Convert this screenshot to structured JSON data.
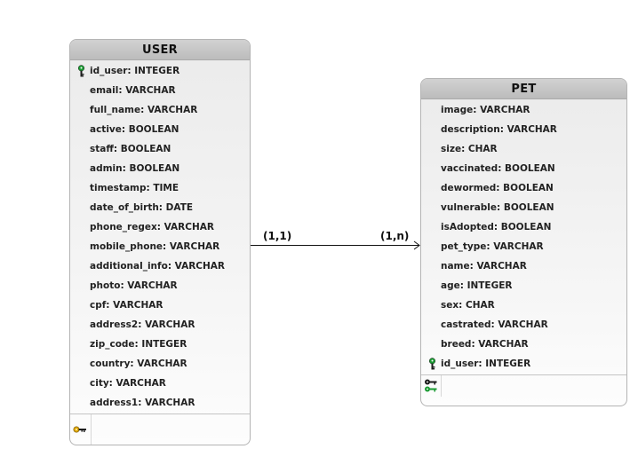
{
  "entities": {
    "user": {
      "title": "USER",
      "attributes": [
        "id_user: INTEGER",
        "email: VARCHAR",
        "full_name: VARCHAR",
        "active: BOOLEAN",
        "staff: BOOLEAN",
        "admin: BOOLEAN",
        "timestamp: TIME",
        "date_of_birth: DATE",
        "phone_regex: VARCHAR",
        "mobile_phone: VARCHAR",
        "additional_info: VARCHAR",
        "photo: VARCHAR",
        "cpf: VARCHAR",
        "address2: VARCHAR",
        "zip_code: INTEGER",
        "country: VARCHAR",
        "city: VARCHAR",
        "address1: VARCHAR"
      ],
      "primary_key_icon": "primary-key-icon",
      "footer_icon": "primary-key-legend-icon"
    },
    "pet": {
      "title": "PET",
      "attributes": [
        "image: VARCHAR",
        "description: VARCHAR",
        "size: CHAR",
        "vaccinated: BOOLEAN",
        "dewormed: BOOLEAN",
        "vulnerable: BOOLEAN",
        "isAdopted: BOOLEAN",
        "pet_type: VARCHAR",
        "name: VARCHAR",
        "age: INTEGER",
        "sex: CHAR",
        "castrated: VARCHAR",
        "breed: VARCHAR",
        "id_user: INTEGER"
      ],
      "foreign_key_icon": "foreign-key-icon",
      "footer_icon": "key-legend-icon"
    }
  },
  "relationship": {
    "from_cardinality": "(1,1)",
    "to_cardinality": "(1,n)"
  },
  "colors": {
    "key_gold": "#e0a800",
    "key_green": "#1a9a32",
    "key_dark": "#1c1c1c"
  }
}
